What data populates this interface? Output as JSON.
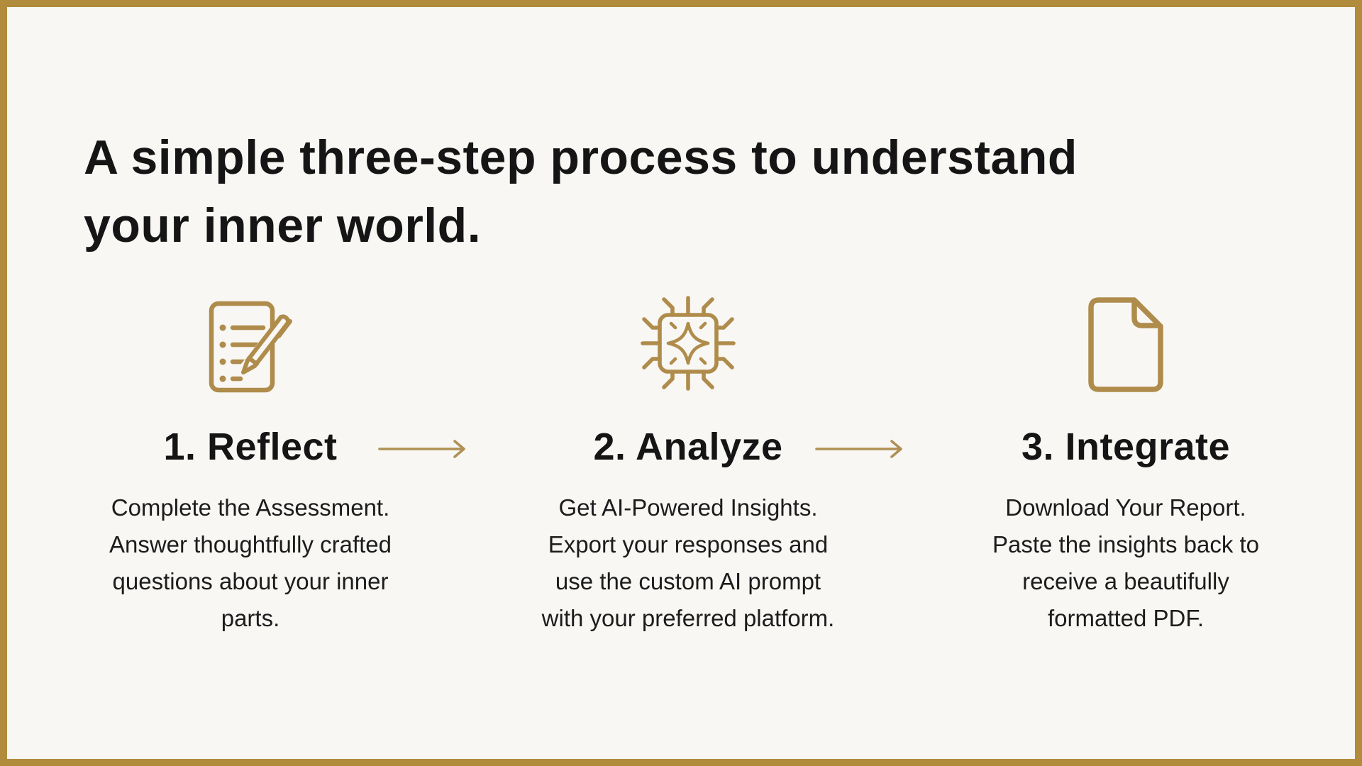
{
  "heading": {
    "lines": [
      "A simple three-step process to understand",
      "your inner world."
    ]
  },
  "steps": [
    {
      "icon": "clipboard-pencil-icon",
      "title": "1. Reflect",
      "lines": [
        "Complete the Assessment.",
        "Answer thoughtfully crafted",
        "questions about your inner",
        "parts."
      ]
    },
    {
      "icon": "ai-chip-icon",
      "title": "2. Analyze",
      "lines": [
        "Get AI-Powered Insights.",
        "Export your responses and",
        "use the custom AI prompt",
        "with your preferred platform."
      ]
    },
    {
      "icon": "document-icon",
      "title": "3. Integrate",
      "lines": [
        "Download Your Report.",
        "Paste the insights back to",
        "receive a beautifully",
        "formatted PDF."
      ]
    }
  ],
  "arrows": [
    {
      "icon": "arrow-right-icon"
    },
    {
      "icon": "arrow-right-icon"
    }
  ],
  "colors": {
    "background": "#F8F7F4",
    "border": "#B18C3C",
    "gold": "#AF8C4B",
    "text": "#151515"
  }
}
